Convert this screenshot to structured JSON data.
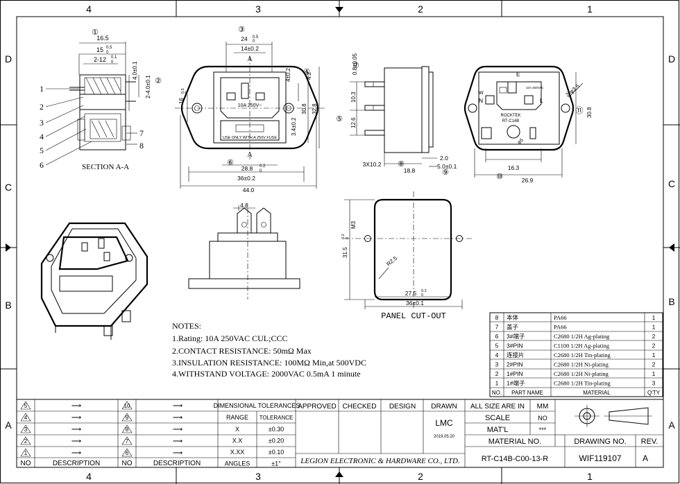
{
  "border": {
    "cols": [
      "4",
      "3",
      "2",
      "1"
    ],
    "rows": [
      "D",
      "C",
      "B",
      "A"
    ]
  },
  "section": {
    "title": "SECTION A-A",
    "callouts": [
      "1",
      "2",
      "3",
      "4",
      "5",
      "6",
      "7",
      "8"
    ],
    "dims": [
      "16.5",
      "15",
      "0.5",
      "0",
      "2-12",
      "0.1",
      "0",
      "4.0±0.1",
      "2-4.0±0.1"
    ],
    "circled": [
      "①",
      "②"
    ]
  },
  "front": {
    "dims": [
      "24",
      "0.5",
      "0",
      "14±0.2",
      "A",
      "4.2",
      "4±0.2",
      "16",
      "0.5",
      "0",
      "30.8",
      "32.8",
      "3.4±0.2",
      "28.8",
      "0.2",
      "0",
      "36±0.2",
      "44.0",
      "A"
    ],
    "circled": [
      "③",
      "④",
      "⑤",
      "⑥"
    ],
    "inlet_text": "10A 250V~",
    "fuse_text": "USE ONLY WITH A 250V FUSE"
  },
  "side": {
    "dims": [
      "0.8±0.05",
      "10.3",
      "12.6",
      "3X10.2",
      "18.8",
      "2.0",
      "5.0±0.1"
    ],
    "circled": [
      "⑦",
      "⑧",
      "⑨"
    ]
  },
  "rear": {
    "dims": [
      "E",
      "N",
      "L",
      "W",
      "2-φ3.5",
      "30.8",
      "16.3",
      "26.9",
      "φ5"
    ],
    "label_brand": "ROCKTEK",
    "label_model": "RT-C14B",
    "label_rating": "10A 250VAC",
    "circled": [
      "⑩",
      "⑪"
    ]
  },
  "top": {
    "dims": [
      "4.8"
    ]
  },
  "cutout": {
    "title": "PANEL CUT-OUT",
    "dims": [
      "M3",
      "31.5",
      "0.2",
      "0",
      "R2.5",
      "27.5",
      "0.2",
      "0",
      "36±0.1"
    ]
  },
  "notes": {
    "heading": "NOTES:",
    "lines": [
      "1.Rating: 10A 250VAC CUL;CCC",
      "2.CONTACT RESISTANCE: 50mΩ Max",
      "3.INSULATION RESISTANCE: 100MΩ Min,at 500VDC",
      "4.WITHSTAND VOLTAGE: 2000VAC 0.5mA 1 minute"
    ]
  },
  "bom": {
    "headers": {
      "no": "NO.",
      "part": "PART NAME",
      "material": "MATERIAL",
      "qty": "Q'TY"
    },
    "rows": [
      {
        "no": "8",
        "part": "本体",
        "material": "PA66",
        "qty": "1"
      },
      {
        "no": "7",
        "part": "盖子",
        "material": "PA66",
        "qty": "1"
      },
      {
        "no": "6",
        "part": "3#端子",
        "material": "C2680 1/2H Ag-plating",
        "qty": "2"
      },
      {
        "no": "5",
        "part": "3#PIN",
        "material": "C1100 1/2H Ag-plating",
        "qty": "2"
      },
      {
        "no": "4",
        "part": "连接片",
        "material": "C2680 1/2H Tin-plating",
        "qty": "1"
      },
      {
        "no": "3",
        "part": "2#PIN",
        "material": "C2680 1/2H Ni-plating",
        "qty": "2"
      },
      {
        "no": "2",
        "part": "1#PIN",
        "material": "C2680 1/2H Ni-plating",
        "qty": "1"
      },
      {
        "no": "1",
        "part": "1#端子",
        "material": "C2680 1/2H Tin-plating",
        "qty": "3"
      }
    ]
  },
  "revisions": {
    "left": [
      "5",
      "4",
      "3",
      "2",
      "1"
    ],
    "right": [
      "10",
      "9",
      "8",
      "7",
      "6"
    ],
    "arrow": "⟶",
    "no_label": "NO",
    "desc_label": "DESCRIPTION"
  },
  "tolerances": {
    "title": "DIMENSIONAL TOLERANCES",
    "range_label": "RANGE",
    "tol_label": "TOLERANCE",
    "rows": [
      {
        "range": "X",
        "tol": "±0.30"
      },
      {
        "range": "X.X",
        "tol": "±0.20"
      },
      {
        "range": "X.XX",
        "tol": "±0.10"
      },
      {
        "range": "ANGLES",
        "tol": "±1°"
      }
    ]
  },
  "approval": {
    "approved": "APPROVED",
    "checked": "CHECKED",
    "design": "DESIGN",
    "drawn": "DRAWN",
    "drawn_by": "LMC",
    "drawn_date": "2019.05.20",
    "company": "LEGION ELECTRONIC & HARDWARE CO., LTD."
  },
  "titleblock": {
    "all_size": "ALL SIZE ARE IN",
    "unit": "MM",
    "scale_label": "SCALE",
    "scale": "NO",
    "mat_label": "MAT'L",
    "mat": "***",
    "material_no_label": "MATERIAL NO.",
    "material_no": "RT-C14B-C00-13-R",
    "drawing_no_label": "DRAWING NO.",
    "drawing_no": "WIF119107",
    "rev_label": "REV.",
    "rev": "A"
  }
}
